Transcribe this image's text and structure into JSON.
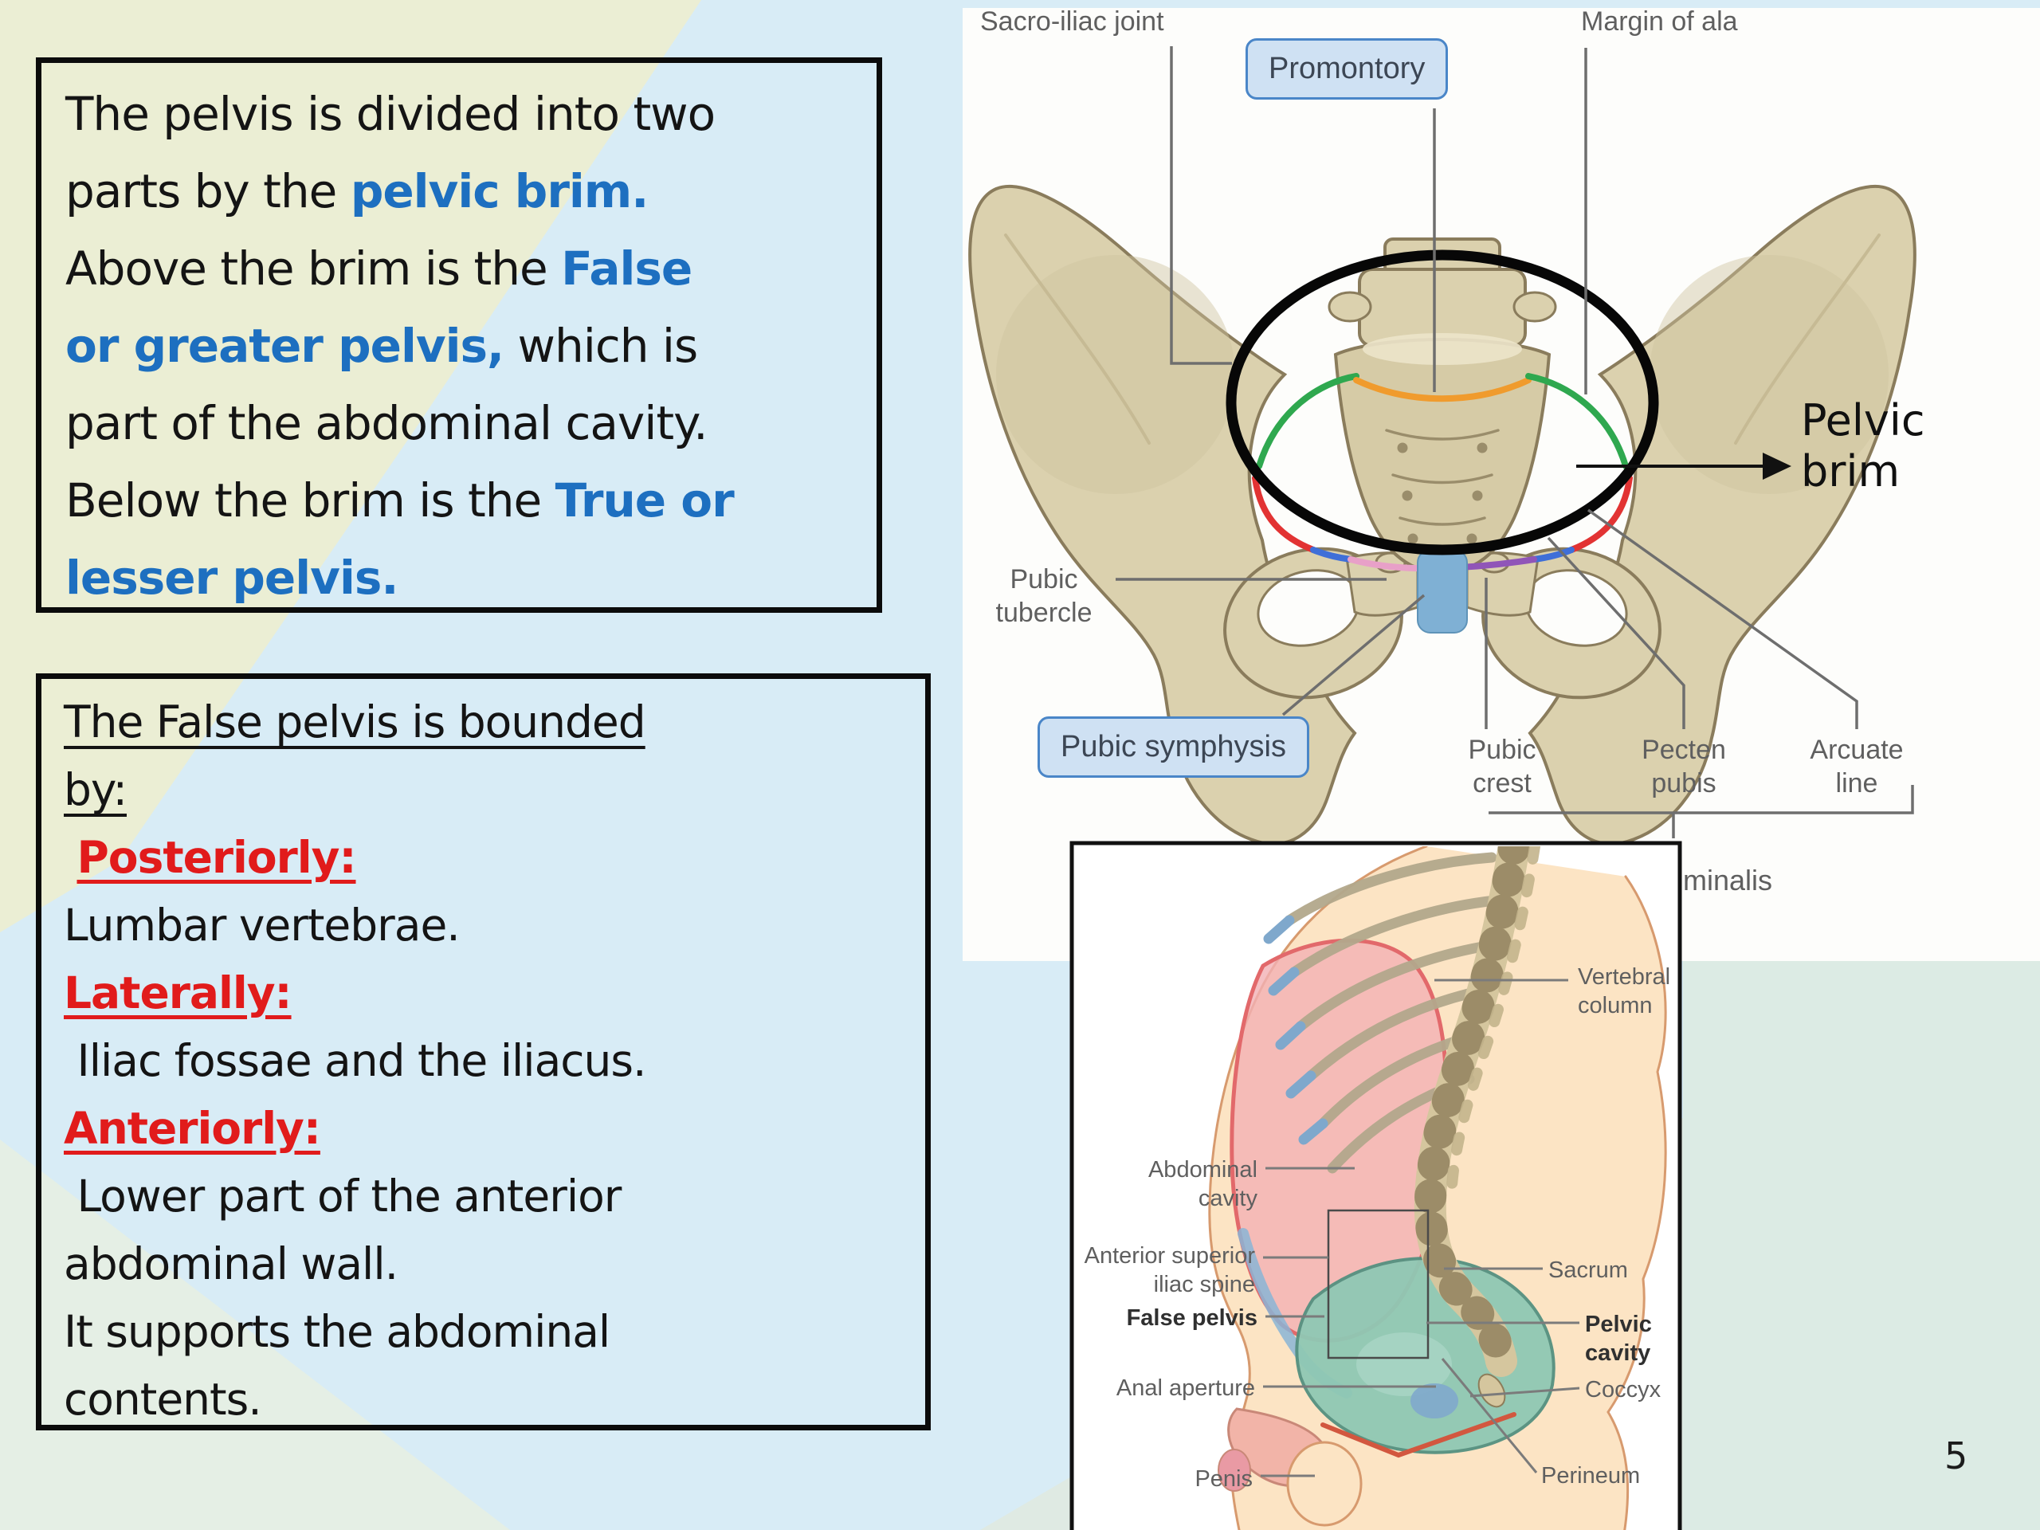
{
  "page": {
    "number": "5"
  },
  "colors": {
    "slide_bg": "#d8ecf6",
    "accent_blue_text": "#1d6fc0",
    "accent_red_text": "#e11b1b",
    "label_tag_fill": "#cfe1f3",
    "label_tag_border": "#4a86c8",
    "bone": "#dbd1ae",
    "inlet_green": "#2fa84f",
    "inlet_orange": "#f09b2d",
    "inlet_red": "#e23333",
    "inlet_blue": "#3f6fd8",
    "inlet_purple": "#9055b8",
    "inlet_pink": "#e8a0c8",
    "symphysis_band": "#7fb0d4"
  },
  "box1": {
    "lines": [
      {
        "segs": [
          {
            "t": "The pelvis is divided into two",
            "s": "k"
          }
        ]
      },
      {
        "segs": [
          {
            "t": "parts by the ",
            "s": "k"
          },
          {
            "t": "pelvic brim.",
            "s": "b"
          }
        ]
      },
      {
        "segs": [
          {
            "t": "Above the brim is the ",
            "s": "k"
          },
          {
            "t": "False",
            "s": "b"
          }
        ]
      },
      {
        "segs": [
          {
            "t": "or greater pelvis,",
            "s": "b"
          },
          {
            "t": " which is",
            "s": "k"
          }
        ]
      },
      {
        "segs": [
          {
            "t": "part of the abdominal cavity.",
            "s": "k"
          }
        ]
      },
      {
        "segs": [
          {
            "t": "Below the brim is the ",
            "s": "k"
          },
          {
            "t": "True or",
            "s": "b"
          }
        ]
      },
      {
        "segs": [
          {
            "t": "lesser pelvis.",
            "s": "b"
          }
        ]
      }
    ]
  },
  "box2": {
    "lines": [
      {
        "segs": [
          {
            "t": "The False pelvis is bounded",
            "s": "u"
          }
        ]
      },
      {
        "segs": [
          {
            "t": "by:",
            "s": "u"
          }
        ]
      },
      {
        "segs": [
          {
            "t": " ",
            "s": "k"
          },
          {
            "t": "Posteriorly:",
            "s": "r"
          }
        ]
      },
      {
        "segs": [
          {
            "t": "Lumbar vertebrae.",
            "s": "k"
          }
        ]
      },
      {
        "segs": [
          {
            "t": "Laterally:",
            "s": "r"
          }
        ]
      },
      {
        "segs": [
          {
            "t": " Iliac fossae and the iliacus.",
            "s": "k"
          }
        ]
      },
      {
        "segs": [
          {
            "t": "Anteriorly:",
            "s": "r"
          }
        ]
      },
      {
        "segs": [
          {
            "t": " Lower part of the anterior",
            "s": "k"
          }
        ]
      },
      {
        "segs": [
          {
            "t": "abdominal wall.",
            "s": "k"
          }
        ]
      },
      {
        "segs": [
          {
            "t": "It supports the abdominal",
            "s": "k"
          }
        ]
      },
      {
        "segs": [
          {
            "t": "contents.",
            "s": "k"
          }
        ]
      }
    ]
  },
  "pelvic_figure": {
    "sacro_iliac_joint": "Sacro-iliac joint",
    "margin_of_ala": "Margin of ala",
    "promontory": "Promontory",
    "pelvic_brim": "Pelvic\nbrim",
    "pubic_tubercle": "Pubic\ntubercle",
    "pubic_symphysis": "Pubic symphysis",
    "pubic_crest": "Pubic\ncrest",
    "pecten_pubis": "Pecten\npubis",
    "arcuate_line": "Arcuate\nline",
    "linea_terminalis_partial": "minalis"
  },
  "sagittal_figure": {
    "vertebral_column": "Vertebral\ncolumn",
    "abdominal_cavity": "Abdominal cavity",
    "anterior_superior_iliac_spine": "Anterior superior\niliac spine",
    "false_pelvis": "False pelvis",
    "anal_aperture": "Anal aperture",
    "penis": "Penis",
    "sacrum": "Sacrum",
    "pelvic_cavity": "Pelvic\ncavity",
    "coccyx": "Coccyx",
    "perineum": "Perineum"
  }
}
